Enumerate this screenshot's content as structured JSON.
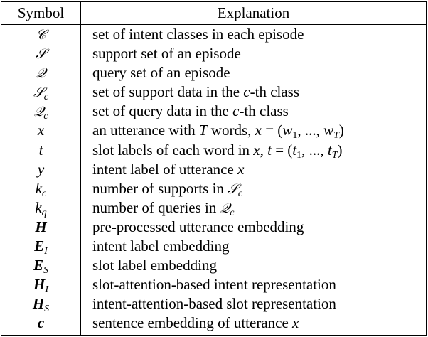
{
  "headers": {
    "symbol": "Symbol",
    "explanation": "Explanation"
  },
  "rows": [
    {
      "sym": "𝒞",
      "sym_sub": "",
      "exp": "set of intent classes in each episode"
    },
    {
      "sym": "𝒮",
      "sym_sub": "",
      "exp": "support set of an episode"
    },
    {
      "sym": "𝒬",
      "sym_sub": "",
      "exp": "query set of an episode"
    },
    {
      "sym": "𝒮",
      "sym_sub": "c",
      "exp": "set of support data in the c-th class"
    },
    {
      "sym": "𝒬",
      "sym_sub": "c",
      "exp": "set of query data in the c-th class"
    },
    {
      "sym": "x",
      "sym_sub": "",
      "exp": "an utterance with T words, x = (w1, ..., wT)"
    },
    {
      "sym": "t",
      "sym_sub": "",
      "exp": "slot labels of each word in x, t = (t1, ..., tT)"
    },
    {
      "sym": "y",
      "sym_sub": "",
      "exp": "intent label of utterance x"
    },
    {
      "sym": "k",
      "sym_sub": "c",
      "exp": "number of supports in 𝒮c"
    },
    {
      "sym": "k",
      "sym_sub": "q",
      "exp": "number of queries in 𝒬c"
    },
    {
      "sym": "H",
      "sym_sub": "",
      "exp": "pre-processed utterance embedding"
    },
    {
      "sym": "E",
      "sym_sub": "I",
      "exp": "intent label embedding"
    },
    {
      "sym": "E",
      "sym_sub": "S",
      "exp": "slot label embedding"
    },
    {
      "sym": "H",
      "sym_sub": "I",
      "exp": "slot-attention-based intent representation"
    },
    {
      "sym": "H",
      "sym_sub": "S",
      "exp": "intent-attention-based slot representation"
    },
    {
      "sym": "c",
      "sym_sub": "",
      "exp": "sentence embedding of utterance x"
    }
  ]
}
